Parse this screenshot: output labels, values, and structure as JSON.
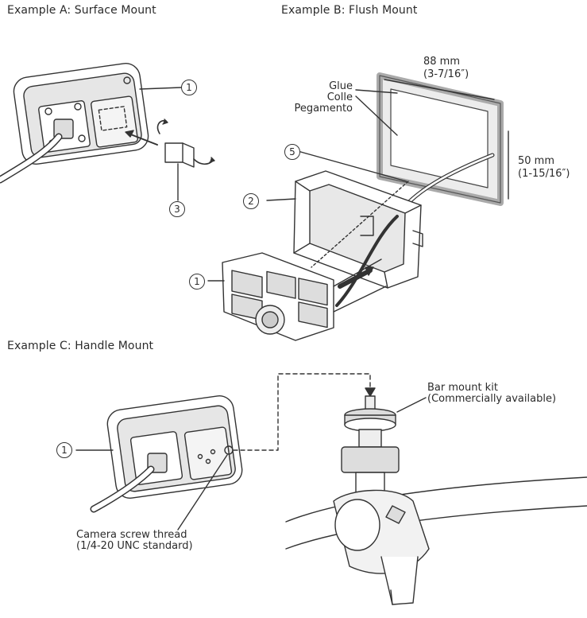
{
  "headings": {
    "a": "Example A: Surface Mount",
    "b": "Example B: Flush Mount",
    "c": "Example C: Handle Mount"
  },
  "callouts": {
    "a_unit": "1",
    "a_tape": "3",
    "b_bracket": "2",
    "b_template": "5",
    "b_unit": "1",
    "c_unit": "1"
  },
  "labels": {
    "glue": [
      "Glue",
      "Colle",
      "Pegamento"
    ],
    "width_mm": "88 mm",
    "width_in": "(3-7/16″)",
    "height_mm": "50 mm",
    "height_in": "(1-15/16″)",
    "bar_kit_1": "Bar mount kit",
    "bar_kit_2": "(Commercially available)",
    "camera_1": "Camera screw thread",
    "camera_2": "(1/4-20 UNC standard)"
  }
}
